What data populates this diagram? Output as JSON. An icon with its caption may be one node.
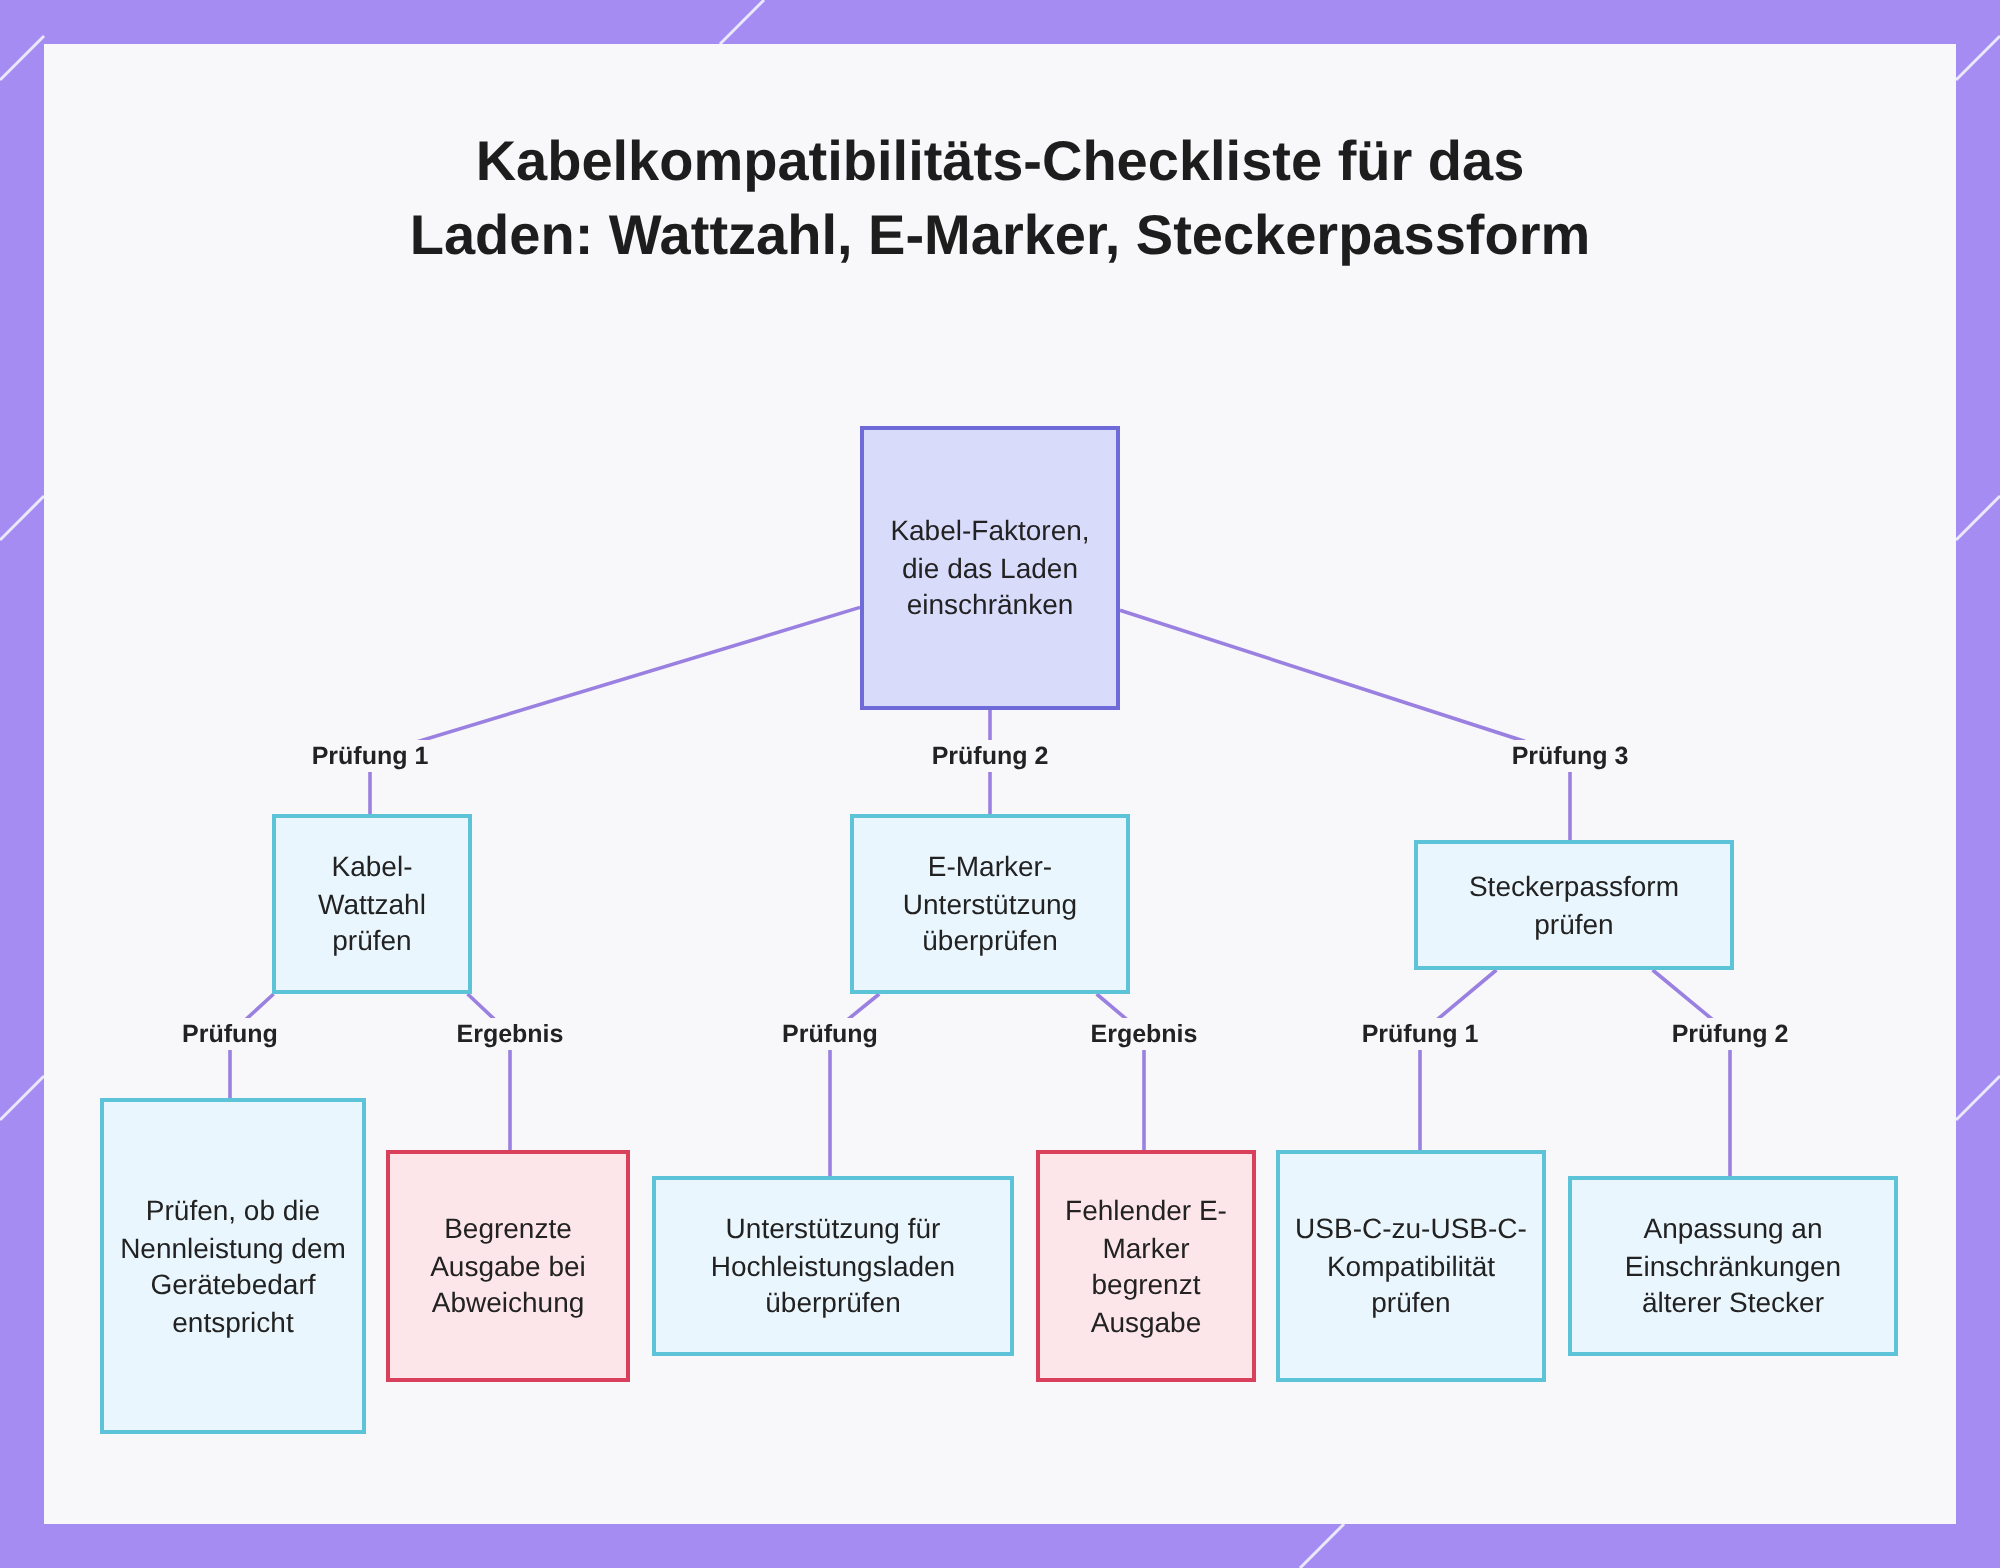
{
  "diagram": {
    "title": "Kabelkompatibilitäts-Checkliste für das Laden: Wattzahl, E-Marker, Steckerpassform",
    "nodes": [
      {
        "text": [
          "Kabel-Faktoren, die das Laden einschränken"
        ]
      },
      {
        "text": [
          "Kabel-Wattzahl prüfen"
        ]
      },
      {
        "text": [
          "E-Marker-Unterstützung überprüfen"
        ]
      },
      {
        "text": [
          "Steckerpassform prüfen"
        ]
      },
      {
        "text": [
          "Prüfen, ob die Nennleistung dem Gerätebedarf entspricht"
        ]
      },
      {
        "text": [
          "Begrenzte Ausgabe bei Abweichung"
        ]
      },
      {
        "text": [
          "Unterstützung für Hochleistungsladen überprüfen"
        ]
      },
      {
        "text": [
          "Fehlender E-Marker begrenzt Ausgabe"
        ]
      },
      {
        "text": [
          "USB-C-zu-USB-C-Kompatibilität prüfen"
        ]
      },
      {
        "text": [
          "Anpassung an Einschränkungen älterer Stecker"
        ]
      }
    ],
    "edges": [
      {
        "from": 0,
        "to": 1,
        "arrow": "none",
        "label": "Prüfung 1"
      },
      {
        "from": 0,
        "to": 2,
        "arrow": "none",
        "label": "Prüfung 2"
      },
      {
        "from": 0,
        "to": 3,
        "arrow": "none",
        "label": "Prüfung 3"
      },
      {
        "from": 1,
        "to": 4,
        "arrow": "none",
        "label": "Prüfung"
      },
      {
        "from": 1,
        "to": 5,
        "arrow": "none",
        "label": "Ergebnis"
      },
      {
        "from": 2,
        "to": 6,
        "arrow": "none",
        "label": "Prüfung"
      },
      {
        "from": 2,
        "to": 7,
        "arrow": "none",
        "label": "Ergebnis"
      },
      {
        "from": 3,
        "to": 8,
        "arrow": "none",
        "label": "Prüfung 1"
      },
      {
        "from": 3,
        "to": 9,
        "arrow": "none",
        "label": "Prüfung 2"
      }
    ]
  }
}
